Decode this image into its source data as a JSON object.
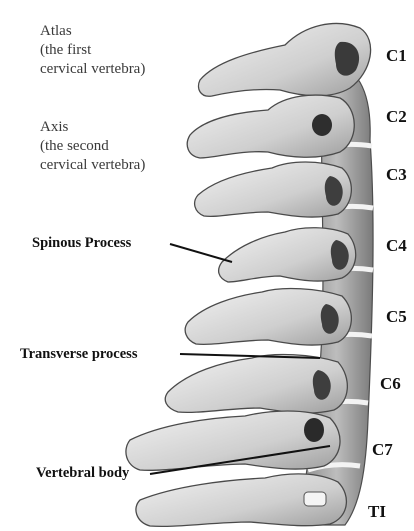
{
  "labels": {
    "atlas": {
      "name": "Atlas",
      "line2": "(the first",
      "line3": "cervical vertebra)"
    },
    "axis": {
      "name": "Axis",
      "line2": "(the second",
      "line3": "cervical vertebra)"
    },
    "spinous_process": "Spinous Process",
    "transverse_process": "Transverse process",
    "vertebral_body": "Vertebral body"
  },
  "levels": [
    "C1",
    "C2",
    "C3",
    "C4",
    "C5",
    "C6",
    "C7",
    "TI"
  ]
}
